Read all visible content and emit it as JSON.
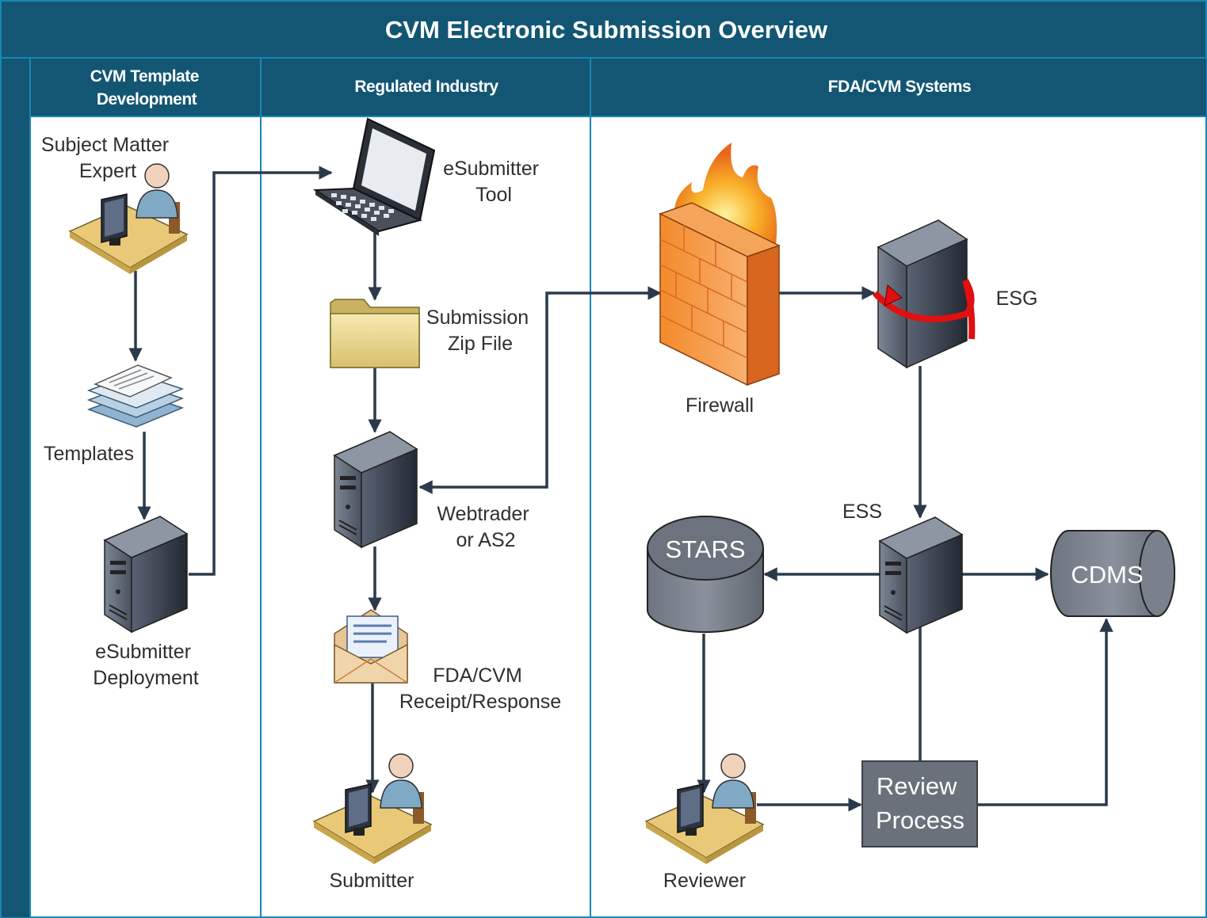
{
  "title": "CVM Electronic Submission Overview",
  "lanes": [
    {
      "id": "template-dev",
      "label_lines": [
        "CVM Template",
        "Development"
      ]
    },
    {
      "id": "industry",
      "label_lines": [
        "Regulated Industry"
      ]
    },
    {
      "id": "fda",
      "label_lines": [
        "FDA/CVM Systems"
      ]
    }
  ],
  "nodes": {
    "sme": {
      "label_lines": [
        "Subject Matter",
        "Expert"
      ],
      "icon": "person-at-computer-icon"
    },
    "templates": {
      "label_lines": [
        "Templates"
      ],
      "icon": "documents-stack-icon"
    },
    "deployment": {
      "label_lines": [
        "eSubmitter",
        "Deployment"
      ],
      "icon": "server-icon"
    },
    "tool": {
      "label_lines": [
        "eSubmitter",
        "Tool"
      ],
      "icon": "laptop-icon"
    },
    "zip": {
      "label_lines": [
        "Submission",
        "Zip File"
      ],
      "icon": "folder-icon"
    },
    "webtrader": {
      "label_lines": [
        "Webtrader",
        "or AS2"
      ],
      "icon": "server-icon"
    },
    "receipt": {
      "label_lines": [
        "FDA/CVM",
        "Receipt/Response"
      ],
      "icon": "envelope-icon"
    },
    "submitter": {
      "label_lines": [
        "Submitter"
      ],
      "icon": "person-at-computer-icon"
    },
    "firewall": {
      "label_lines": [
        "Firewall"
      ],
      "icon": "firewall-icon"
    },
    "esg": {
      "label_lines": [
        "ESG"
      ],
      "icon": "gateway-server-icon"
    },
    "ess": {
      "label_lines": [
        "ESS"
      ],
      "icon": "server-icon"
    },
    "stars": {
      "label": "STARS",
      "icon": "database-cylinder-icon"
    },
    "cdms": {
      "label": "CDMS",
      "icon": "storage-cylinder-icon"
    },
    "reviewer": {
      "label_lines": [
        "Reviewer"
      ],
      "icon": "person-at-computer-icon"
    },
    "review": {
      "label_lines": [
        "Review",
        "Process"
      ],
      "icon": "process-box"
    }
  },
  "colors": {
    "header": "#125674",
    "accent_border": "#1a86b5",
    "connector": "#2b3a4a",
    "shape_gray": "#707782",
    "review_box": "#6b717a"
  }
}
